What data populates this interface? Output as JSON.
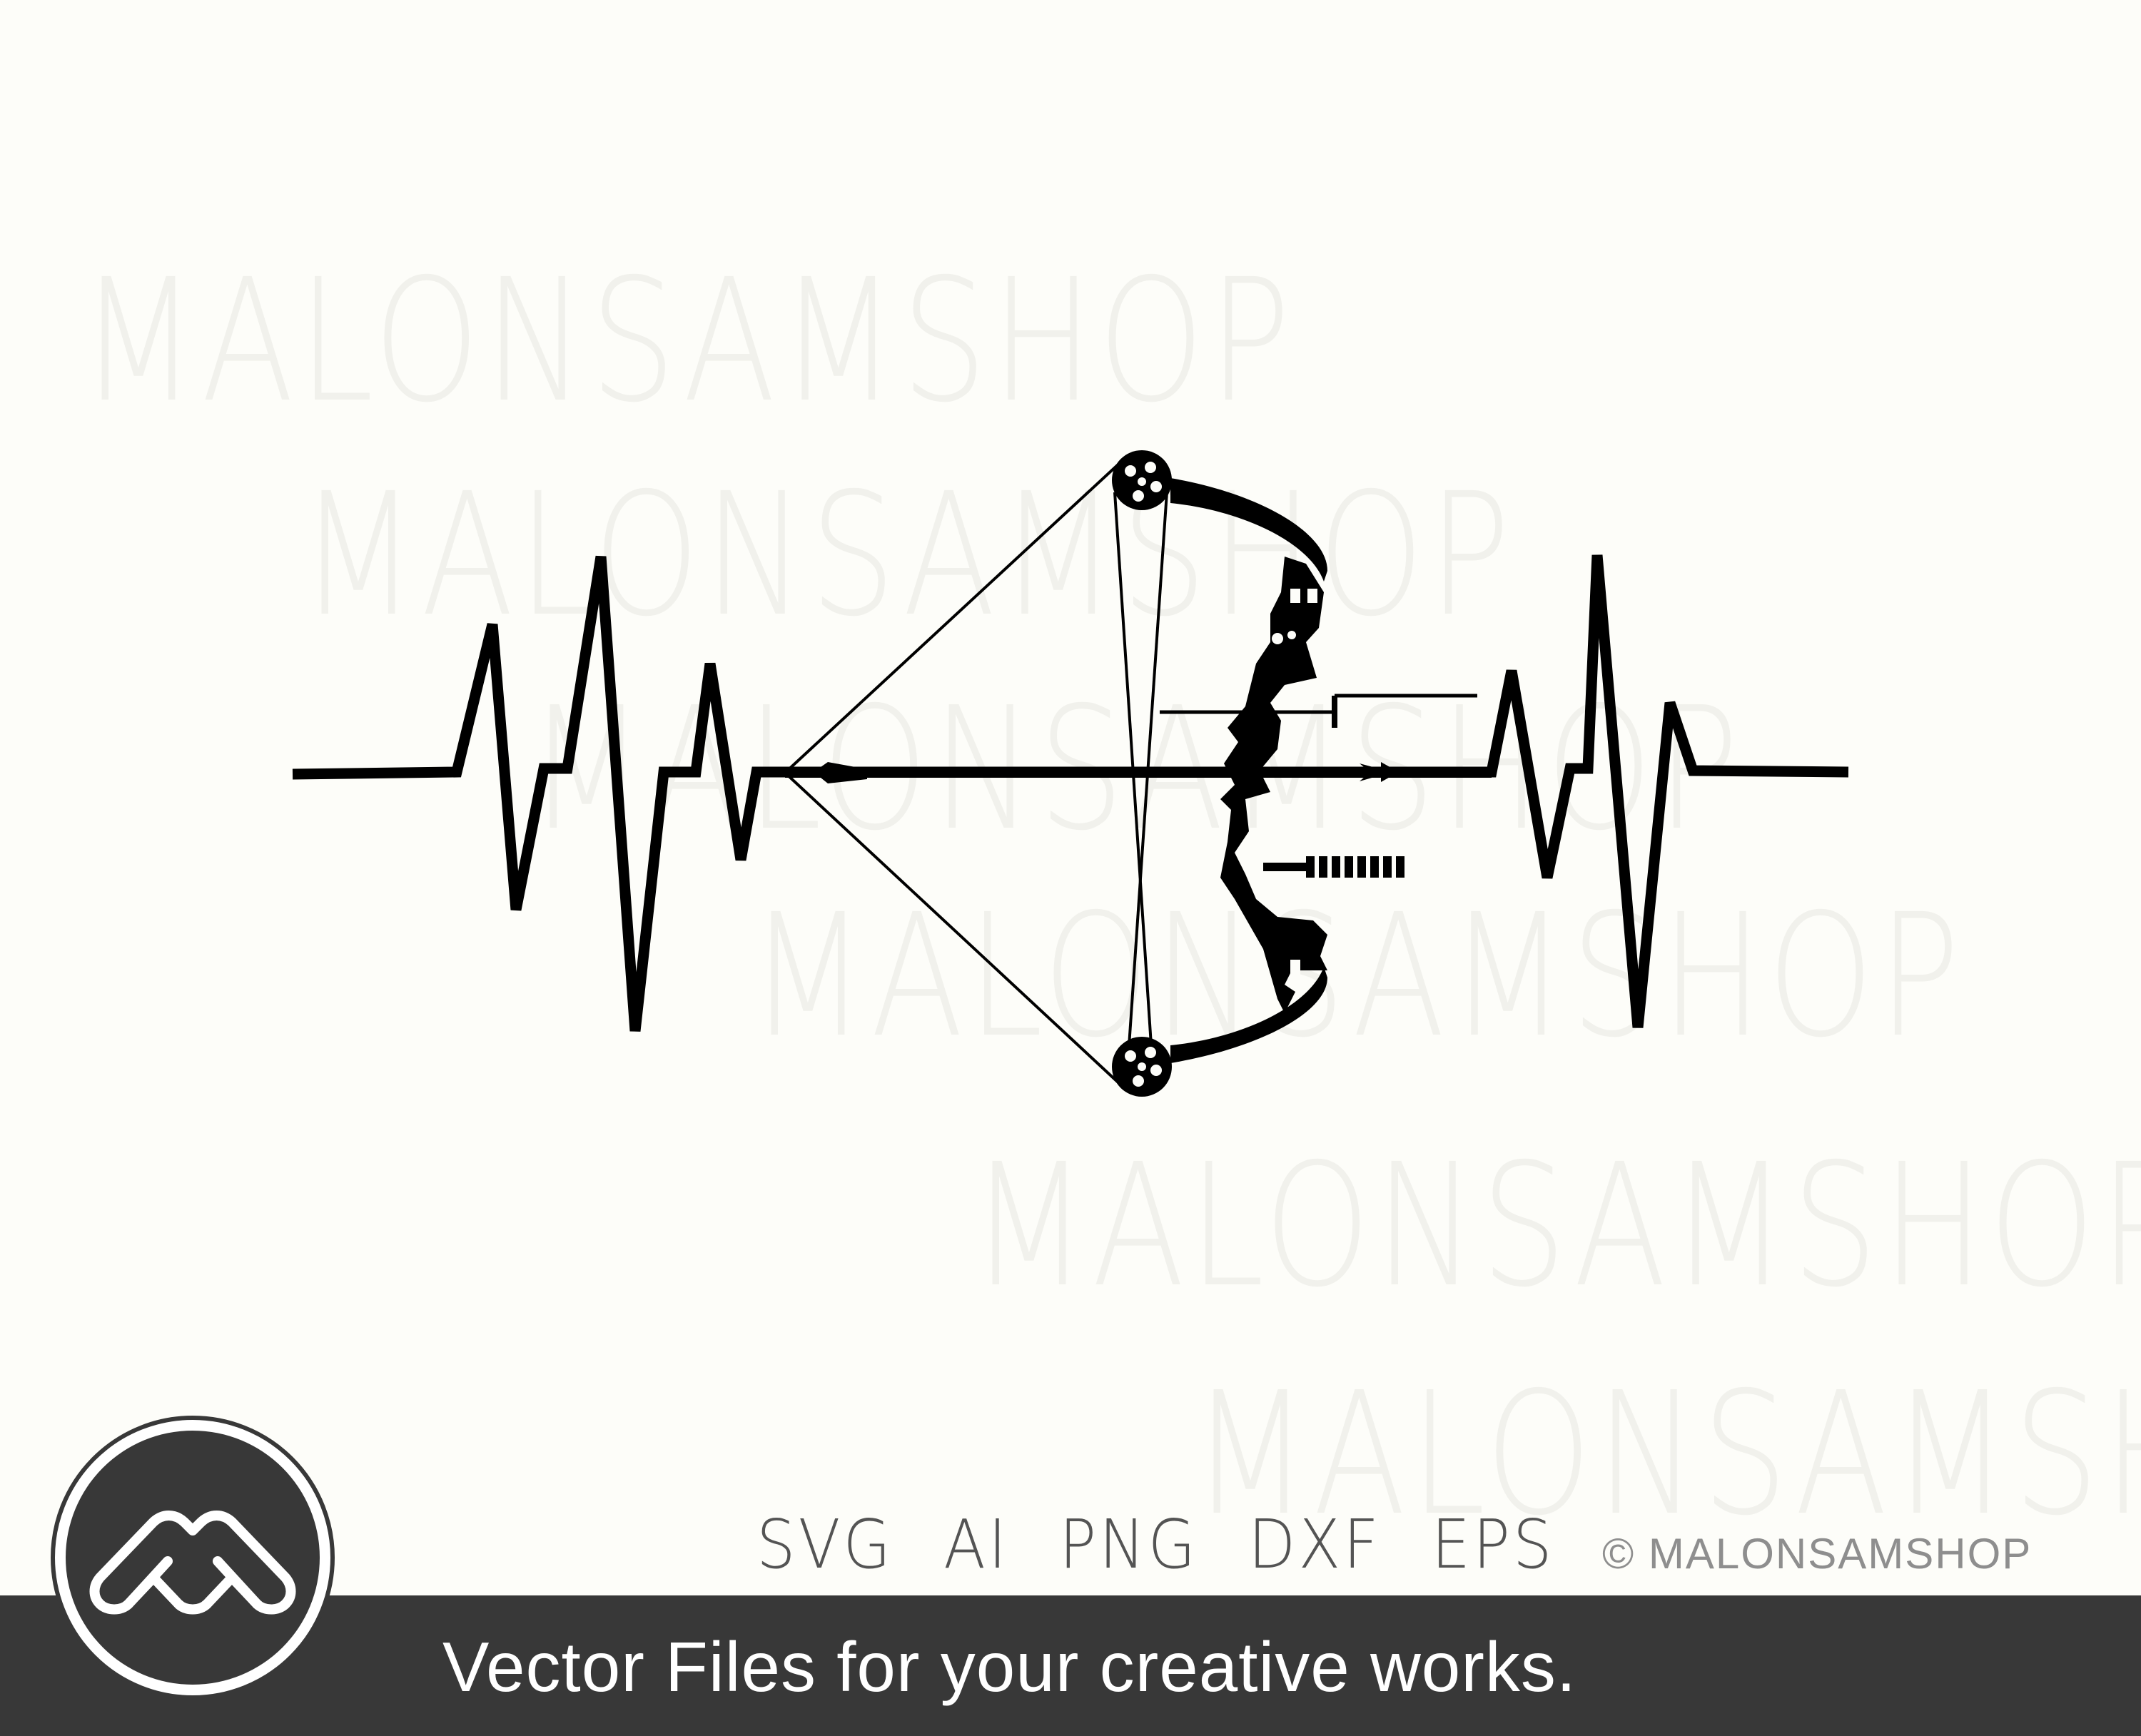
{
  "watermark": {
    "text": "MALONSAMSHOP"
  },
  "formats": [
    "SVG",
    "AI",
    "PNG",
    "DXF",
    "EPS"
  ],
  "copyright": "© MALONSAMSHOP",
  "tagline": "Vector Files for your creative works.",
  "colors": {
    "background": "#fdfdf9",
    "ink": "#000000",
    "band": "#383838",
    "format_text": "#545454",
    "copyright_text": "#8e8e8e",
    "watermark": "#f1f1ec"
  },
  "icons": {
    "artwork": "heartbeat-compound-bow-icon",
    "logo": "malonsamshop-logo-icon"
  }
}
